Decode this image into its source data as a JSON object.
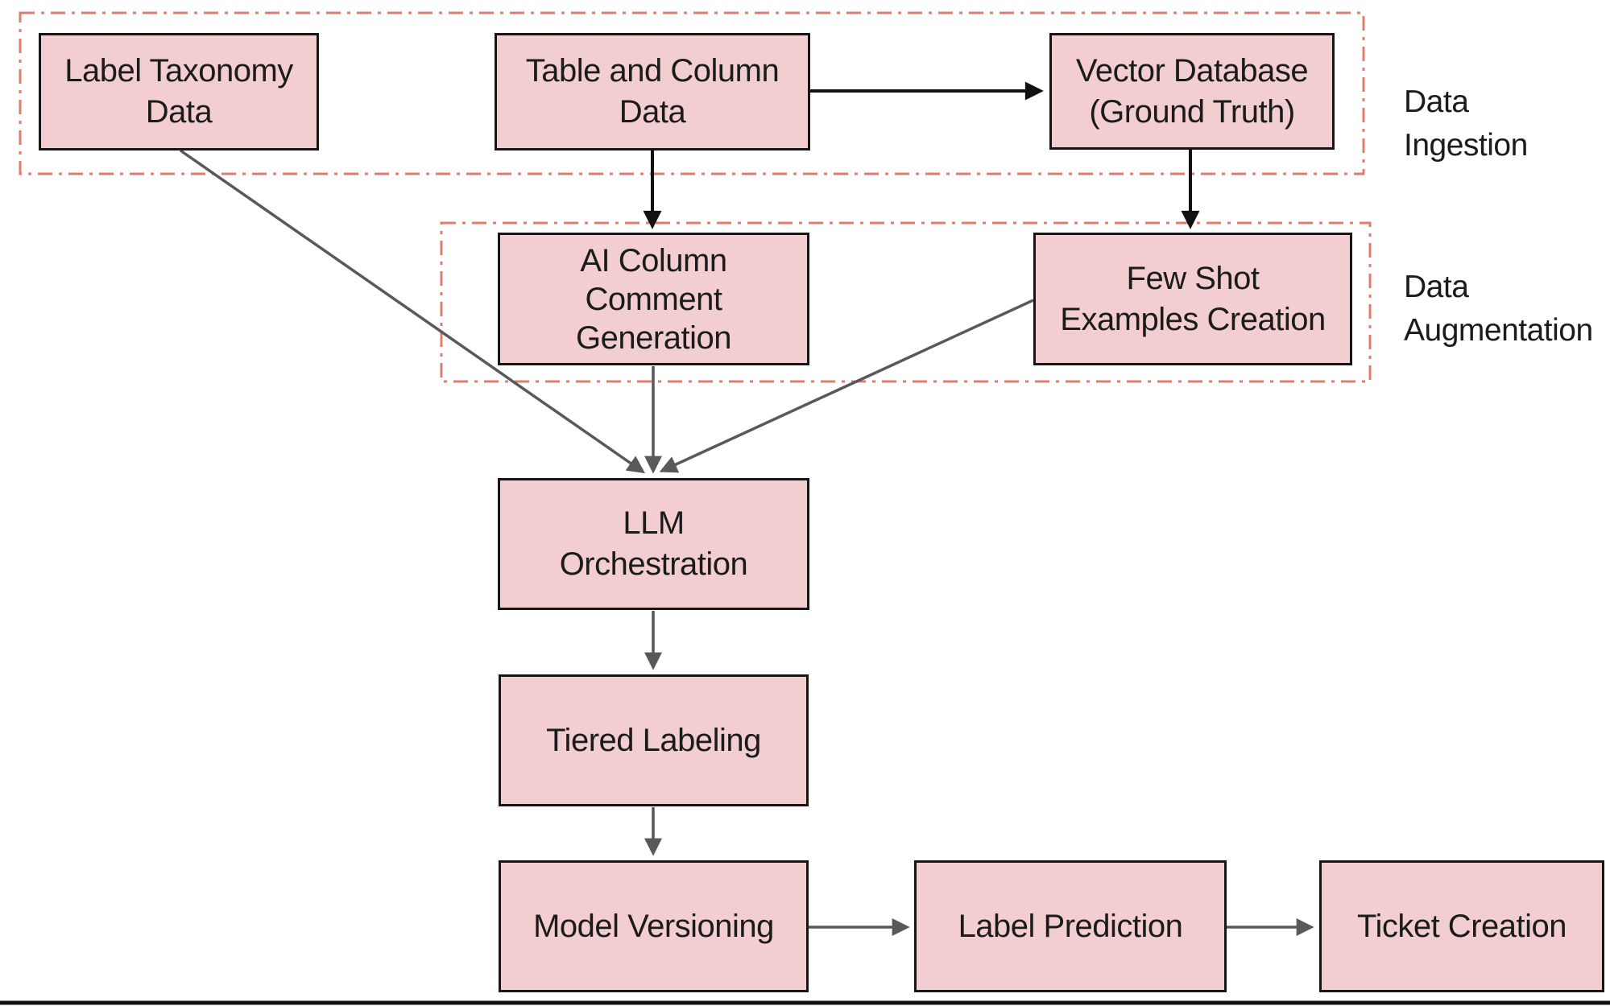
{
  "diagram": {
    "groups": [
      {
        "name": "data-ingestion",
        "label": "Data\nIngestion"
      },
      {
        "name": "data-augmentation",
        "label": "Data\nAugmentation"
      }
    ],
    "nodes": [
      {
        "name": "label-taxonomy-data",
        "label": "Label Taxonomy\nData"
      },
      {
        "name": "table-and-column-data",
        "label": "Table and Column\nData"
      },
      {
        "name": "vector-database-ground-truth",
        "label": "Vector Database\n(Ground Truth)"
      },
      {
        "name": "ai-column-comment-generation",
        "label": "AI Column\nComment\nGeneration"
      },
      {
        "name": "few-shot-examples-creation",
        "label": "Few Shot\nExamples Creation"
      },
      {
        "name": "llm-orchestration",
        "label": "LLM\nOrchestration"
      },
      {
        "name": "tiered-labeling",
        "label": "Tiered Labeling"
      },
      {
        "name": "model-versioning",
        "label": "Model Versioning"
      },
      {
        "name": "label-prediction",
        "label": "Label Prediction"
      },
      {
        "name": "ticket-creation",
        "label": "Ticket Creation"
      }
    ],
    "edges": [
      {
        "from": "table-and-column-data",
        "to": "vector-database-ground-truth",
        "color": "black"
      },
      {
        "from": "table-and-column-data",
        "to": "ai-column-comment-generation",
        "color": "black"
      },
      {
        "from": "vector-database-ground-truth",
        "to": "few-shot-examples-creation",
        "color": "black"
      },
      {
        "from": "label-taxonomy-data",
        "to": "llm-orchestration",
        "color": "gray"
      },
      {
        "from": "ai-column-comment-generation",
        "to": "llm-orchestration",
        "color": "gray"
      },
      {
        "from": "few-shot-examples-creation",
        "to": "llm-orchestration",
        "color": "gray"
      },
      {
        "from": "llm-orchestration",
        "to": "tiered-labeling",
        "color": "gray"
      },
      {
        "from": "tiered-labeling",
        "to": "model-versioning",
        "color": "gray"
      },
      {
        "from": "model-versioning",
        "to": "label-prediction",
        "color": "gray"
      },
      {
        "from": "label-prediction",
        "to": "ticket-creation",
        "color": "gray"
      }
    ],
    "colors": {
      "node_fill": "#f3ced1",
      "node_border": "#161616",
      "group_border": "#dd7c6f",
      "arrow_black": "#111111",
      "arrow_gray": "#58595b",
      "text": "#1b1b1b",
      "background": "#ffffff"
    }
  }
}
